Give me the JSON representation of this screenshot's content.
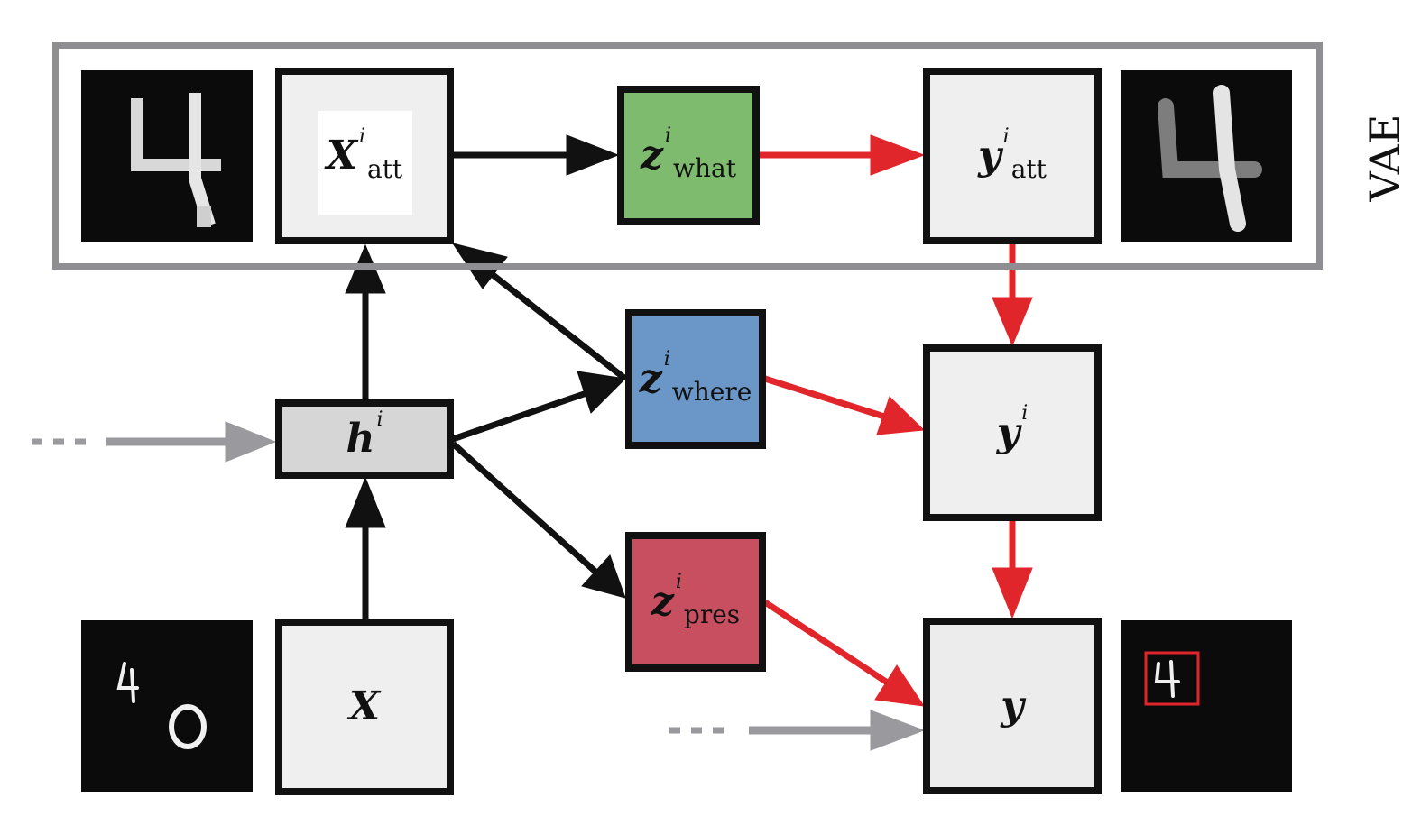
{
  "vae_label": "VAE",
  "nodes": {
    "x_att": {
      "main": "X",
      "sup": "i",
      "sub": "att"
    },
    "z_what": {
      "main": "z",
      "sup": "i",
      "sub": "what"
    },
    "y_att": {
      "main": "y",
      "sup": "i",
      "sub": "att"
    },
    "h": {
      "main": "h",
      "sup": "i"
    },
    "z_where": {
      "main": "z",
      "sup": "i",
      "sub": "where"
    },
    "y_i": {
      "main": "y",
      "sup": "i"
    },
    "z_pres": {
      "main": "z",
      "sup": "i",
      "sub": "pres"
    },
    "x": {
      "main": "X"
    },
    "y": {
      "main": "y"
    }
  },
  "colors": {
    "z_what": "#7fbb6f",
    "z_where": "#6b97c8",
    "z_pres": "#c84f60",
    "h_fill": "#d6d6d6",
    "node_fill": "#efefef",
    "arrow_black": "#111111",
    "arrow_red": "#e1262b",
    "arrow_gray": "#9a9a9e",
    "vae_border": "#8f8f93"
  },
  "digits": {
    "input_left_digit": "4",
    "input_right_digit": "0",
    "attended_digit": "4",
    "reconstructed_digit": "4",
    "output_box_digit": "4"
  }
}
